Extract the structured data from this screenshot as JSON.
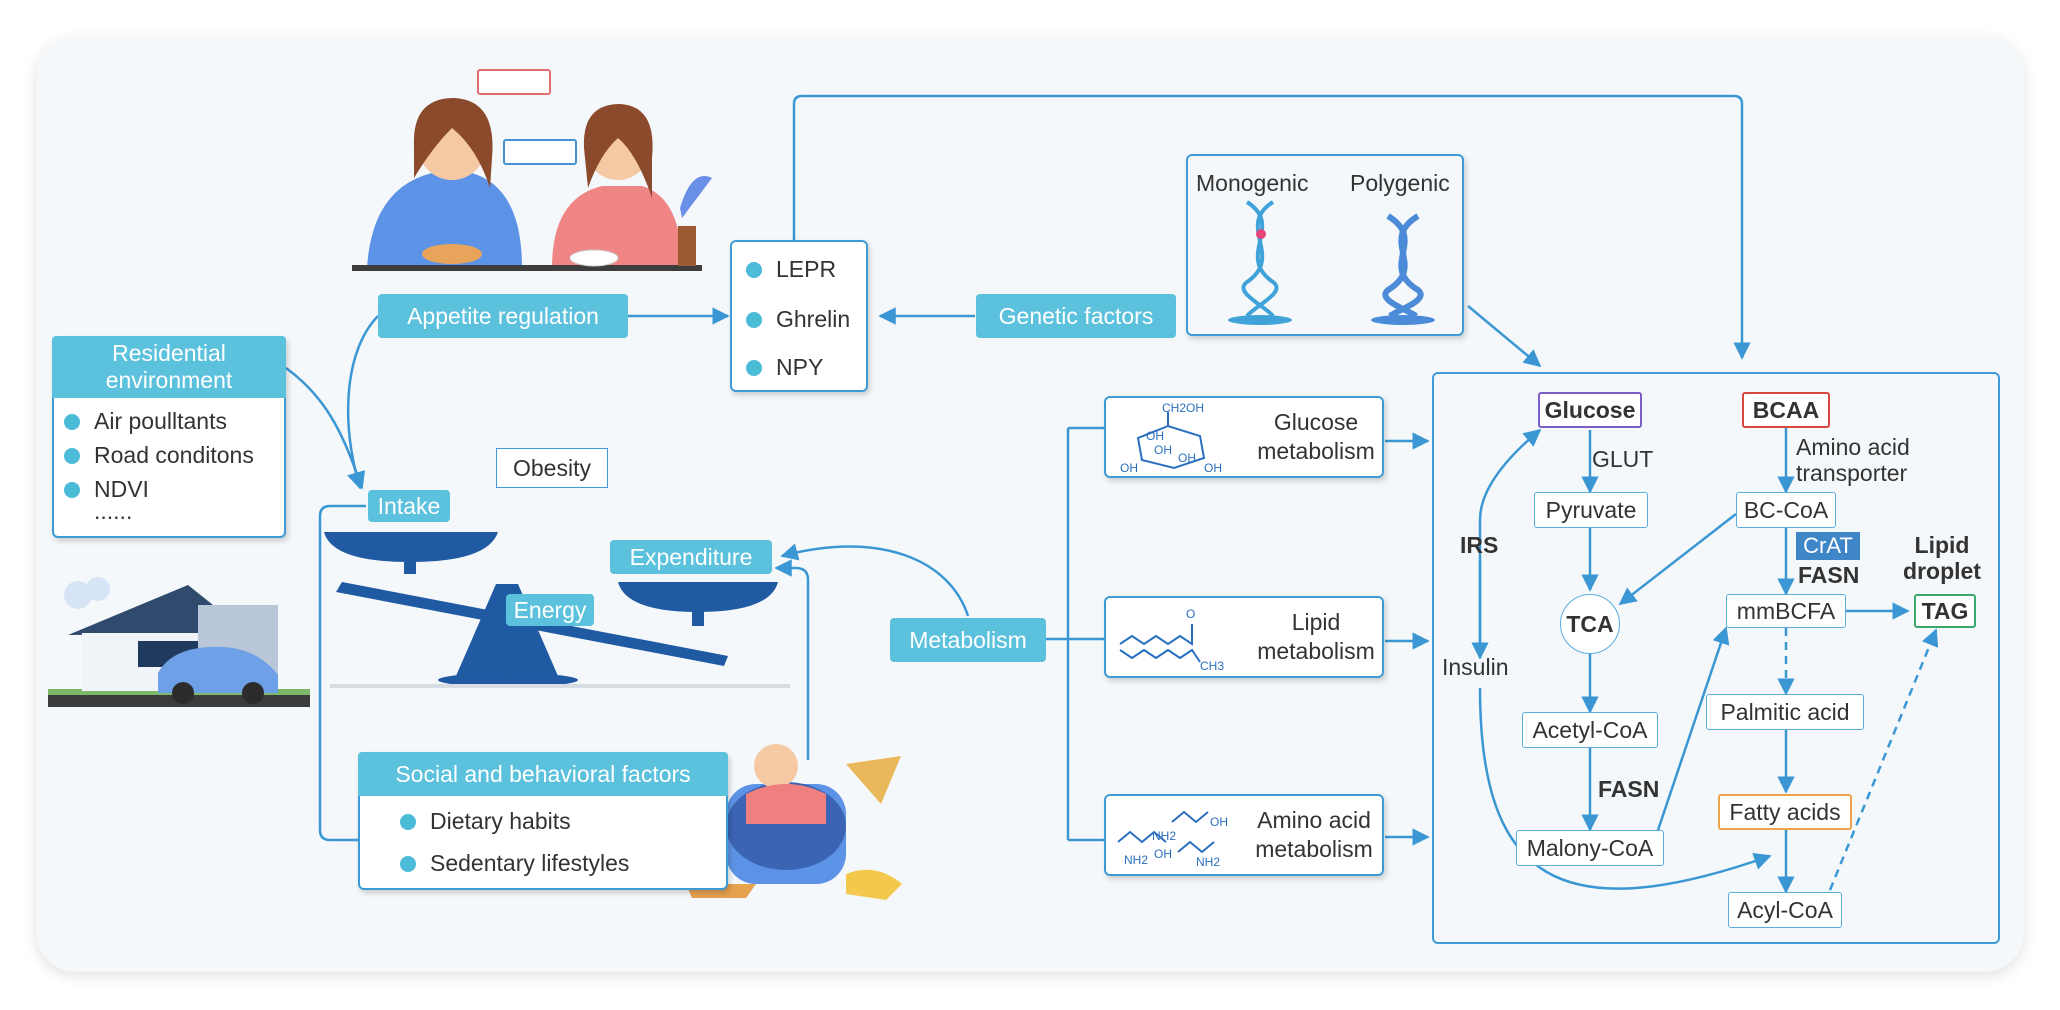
{
  "residential": {
    "title": "Residential environment",
    "items": [
      "Air poulltants",
      "Road conditons",
      "NDVI",
      "......"
    ]
  },
  "appetite_regulation": "Appetite regulation",
  "appetite_factors": [
    "LEPR",
    "Ghrelin",
    "NPY"
  ],
  "genetic_factors": "Genetic factors",
  "genetics": {
    "monogenic": "Monogenic",
    "polygenic": "Polygenic"
  },
  "obesity": "Obesity",
  "intake": "Intake",
  "expenditure": "Expenditure",
  "energy": "Energy",
  "metabolism": "Metabolism",
  "social": {
    "title": "Social and behavioral factors",
    "items": [
      "Dietary habits",
      "Sedentary lifestyles"
    ]
  },
  "metabolisms": {
    "glucose": "Glucose metabolism",
    "lipid": "Lipid metabolism",
    "amino": "Amino acid metabolism"
  },
  "molecule_labels": {
    "ch2oh": "CH2OH",
    "oh": "OH",
    "o": "O",
    "ch3": "CH3",
    "nh2": "NH2"
  },
  "pathway": {
    "glucose": "Glucose",
    "glut": "GLUT",
    "pyruvate": "Pyruvate",
    "tca": "TCA",
    "acetyl_coa": "Acetyl-CoA",
    "fasn_left": "FASN",
    "malony_coa": "Malony-CoA",
    "irs": "IRS",
    "insulin": "Insulin",
    "bcaa": "BCAA",
    "amino_acid_transporter": "Amino acid transporter",
    "bc_coa": "BC-CoA",
    "crat": "CrAT",
    "fasn_right": "FASN",
    "mmbcfa": "mmBCFA",
    "palmitic_acid": "Palmitic acid",
    "fatty_acids": "Fatty acids",
    "acyl_coa": "Acyl-CoA",
    "lipid_droplet": "Lipid droplet",
    "tag": "TAG"
  },
  "colors": {
    "accent": "#5bc1dc",
    "border_blue": "#3f9bd6",
    "glucose_border": "#7b5ec7",
    "bcaa_border": "#d9463c",
    "fatty_border": "#f0a24a",
    "tag_border": "#3aa76d",
    "crat_fill": "#3f86c9"
  }
}
